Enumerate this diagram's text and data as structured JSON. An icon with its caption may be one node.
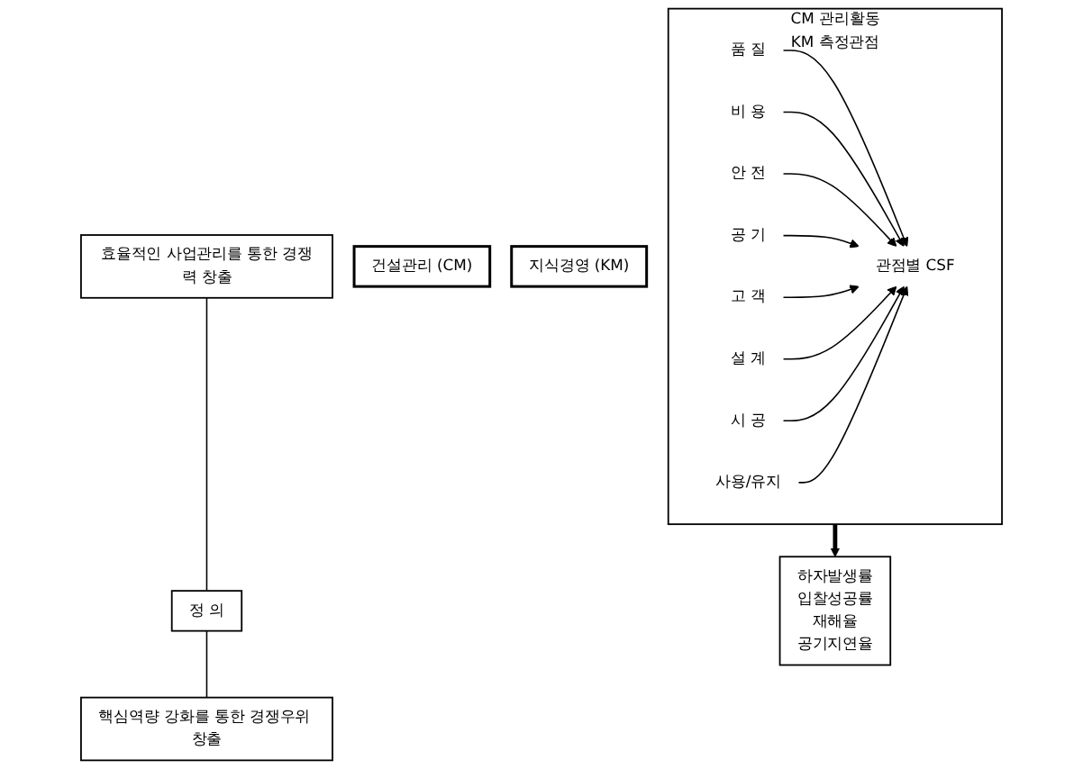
{
  "diagram": {
    "nodes": [
      {
        "text": [
          "건설관리 (CM)"
        ]
      },
      {
        "text": [
          "지식경영 (KM)"
        ]
      },
      {
        "text": [
          "효율적인 사업관리를 통한 경쟁력 창출"
        ]
      },
      {
        "text": [
          "정 의"
        ]
      },
      {
        "text": [
          "핵심역량 강화를 통한 경쟁우위 창출"
        ]
      },
      {
        "text": [
          "CM 관리활동",
          "KM 측정관점"
        ]
      },
      {
        "text": [
          "품 질"
        ],
        "in": 5
      },
      {
        "text": [
          "비 용"
        ],
        "in": 5
      },
      {
        "text": [
          "안 전"
        ],
        "in": 5
      },
      {
        "text": [
          "공 기"
        ],
        "in": 5
      },
      {
        "text": [
          "관점별 CSF"
        ],
        "in": 5
      },
      {
        "text": [
          "고 객"
        ],
        "in": 5
      },
      {
        "text": [
          "설 계"
        ],
        "in": 5
      },
      {
        "text": [
          "시 공"
        ],
        "in": 5
      },
      {
        "text": [
          "사용/유지"
        ],
        "in": 5
      },
      {
        "text": [
          "하자발생률",
          "입찰성공률",
          "재해율",
          "공기지연율"
        ]
      }
    ],
    "edges": [
      {
        "from": 2,
        "to": 3,
        "arrow": "none"
      },
      {
        "from": 3,
        "to": 4,
        "arrow": "none"
      },
      {
        "from": 6,
        "to": 10,
        "arrow": "to"
      },
      {
        "from": 7,
        "to": 10,
        "arrow": "to"
      },
      {
        "from": 8,
        "to": 10,
        "arrow": "to"
      },
      {
        "from": 9,
        "to": 10,
        "arrow": "to"
      },
      {
        "from": 11,
        "to": 10,
        "arrow": "to"
      },
      {
        "from": 12,
        "to": 10,
        "arrow": "to"
      },
      {
        "from": 13,
        "to": 10,
        "arrow": "to"
      },
      {
        "from": 14,
        "to": 10,
        "arrow": "to"
      },
      {
        "from": 5,
        "to": 15,
        "arrow": "to",
        "style": "thick"
      }
    ]
  }
}
